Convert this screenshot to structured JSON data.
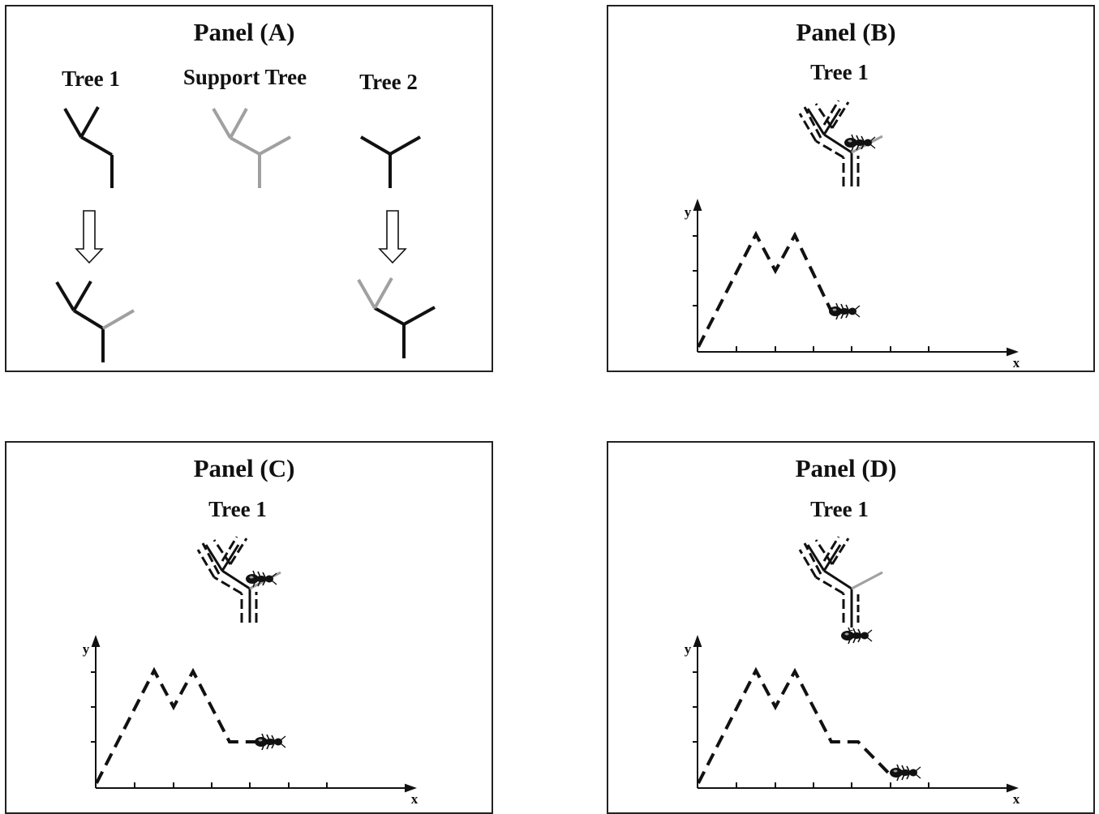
{
  "panels": {
    "a": {
      "title": "Panel (A)",
      "tree1": "Tree 1",
      "support": "Support Tree",
      "tree2": "Tree 2"
    },
    "b": {
      "title": "Panel (B)",
      "tree": "Tree 1"
    },
    "c": {
      "title": "Panel (C)",
      "tree": "Tree 1"
    },
    "d": {
      "title": "Panel (D)",
      "tree": "Tree 1"
    }
  },
  "axes": {
    "x": "x",
    "y": "y"
  },
  "colors": {
    "line": "#111111",
    "grafted_branch": "#a0a0a0",
    "border": "#222222"
  },
  "icons": {
    "insect": "ant-icon",
    "arrow": "down-arrow-icon"
  }
}
